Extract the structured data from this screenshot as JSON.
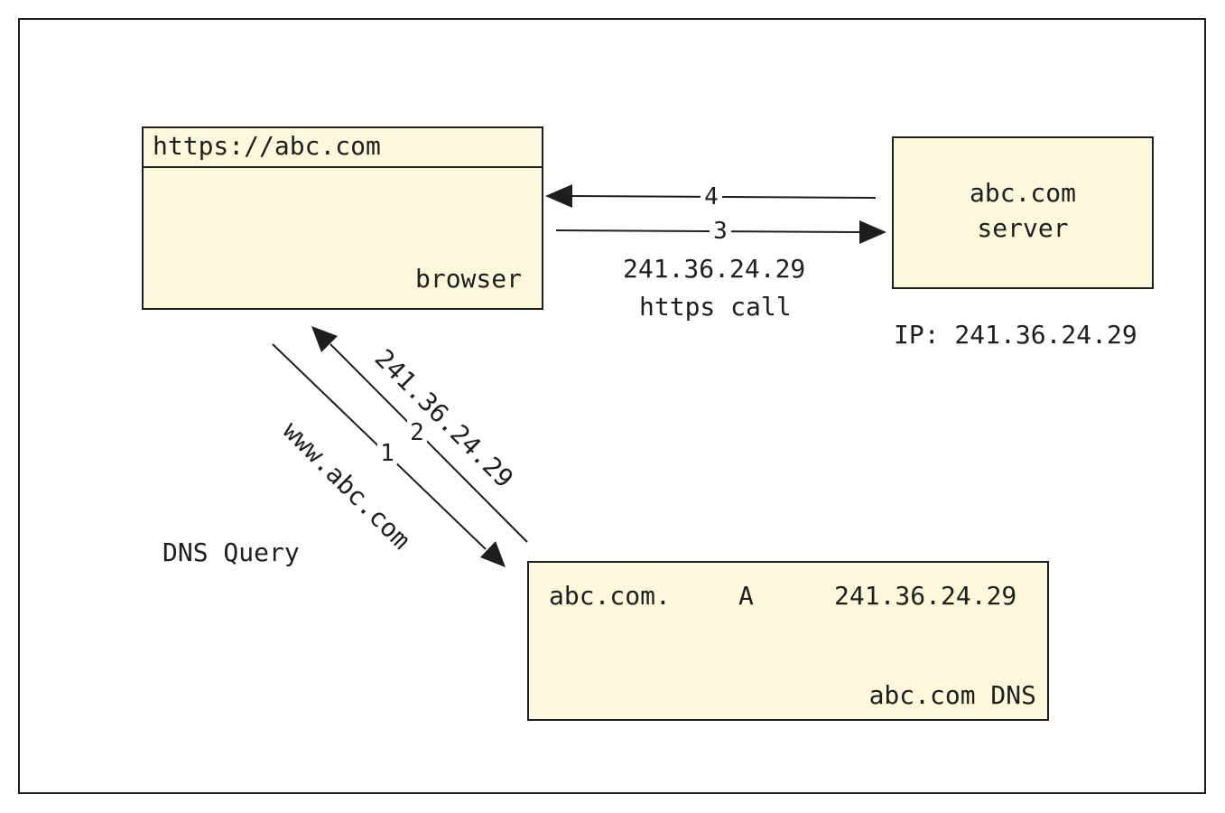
{
  "browser": {
    "url": "https://abc.com",
    "label": "browser"
  },
  "server": {
    "domain": "abc.com",
    "label": "server",
    "ip_text": "IP: 241.36.24.29"
  },
  "dns_server": {
    "record_name": "abc.com.",
    "record_type": "A",
    "record_value": "241.36.24.29",
    "label": "abc.com DNS"
  },
  "https_call": {
    "ip": "241.36.24.29",
    "label": "https call"
  },
  "dns_query": {
    "label": "DNS Query",
    "query_domain": "www.abc.com",
    "answer_ip": "241.36.24.29"
  },
  "steps": {
    "s1": "1",
    "s2": "2",
    "s3": "3",
    "s4": "4"
  },
  "colors": {
    "box_fill": "#fdf8dc",
    "stroke": "#1e1e1e"
  }
}
